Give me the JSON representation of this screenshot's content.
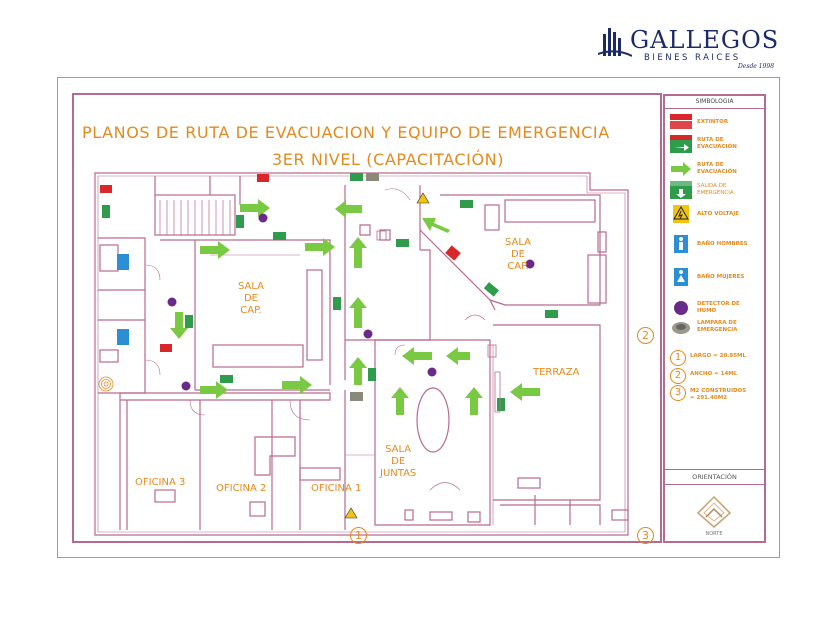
{
  "logo": {
    "brand": "GALLEGOS",
    "subtitle": "BIENES RAICES",
    "since": "Desde 1998"
  },
  "title": "PLANOS DE RUTA DE EVACUACION Y EQUIPO DE EMERGENCIA",
  "subtitle": "3ER NIVEL (CAPACITACIÓN)",
  "rooms": {
    "sala_cap_left": "SALA\nDE\nCAP.",
    "sala_cap_right": "SALA\nDE\nCAP.",
    "terraza": "TERRAZA",
    "sala_juntas": "SALA\nDE\nJUNTAS",
    "oficina3": "OFICINA 3",
    "oficina2": "OFICINA 2",
    "oficina1": "OFICINA 1"
  },
  "plan_markers": {
    "m1": "1",
    "m2": "2",
    "m3": "3"
  },
  "legend": {
    "heading": "SIMBOLOGIA",
    "items": [
      {
        "icon": "extintor-icon",
        "label": "EXTINTOR"
      },
      {
        "icon": "ruta-evacuacion-sign-icon",
        "label": "RUTA DE\nEVACUACIÓN"
      },
      {
        "icon": "green-arrow-icon",
        "label": "RUTA DE\nEVACUACIÓN"
      },
      {
        "icon": "salida-emergencia-icon",
        "label": "SALIDA DE\nEMERGENCIA"
      },
      {
        "icon": "alto-voltaje-icon",
        "label": "ALTO VOLTAJE"
      },
      {
        "icon": "bano-hombres-icon",
        "label": "BAÑO HOMBRES"
      },
      {
        "icon": "bano-mujeres-icon",
        "label": "BAÑO MUJERES"
      },
      {
        "icon": "detector-humo-icon",
        "label": "DETECTOR DE\nHUMO"
      },
      {
        "icon": "lampara-emergencia-icon",
        "label": "LAMPARA DE\nEMERGENCIA"
      }
    ],
    "dimensions": [
      {
        "num": "1",
        "label": "LARGO = 20.95ML"
      },
      {
        "num": "2",
        "label": "ANCHO = 14ML"
      },
      {
        "num": "3",
        "label": "M2 CONSTRUIDOS\n= 291.40M2"
      }
    ],
    "orientation_heading": "ORIENTACIÓN",
    "north": "NORTE"
  },
  "colors": {
    "walls": "#b86a8e",
    "text": "#e38a1f",
    "arrow": "#7ac943",
    "exit_sign": "#2e9c4a",
    "extinguisher": "#d9262a",
    "detector": "#6a2a8a",
    "restroom": "#2a8fd4"
  }
}
